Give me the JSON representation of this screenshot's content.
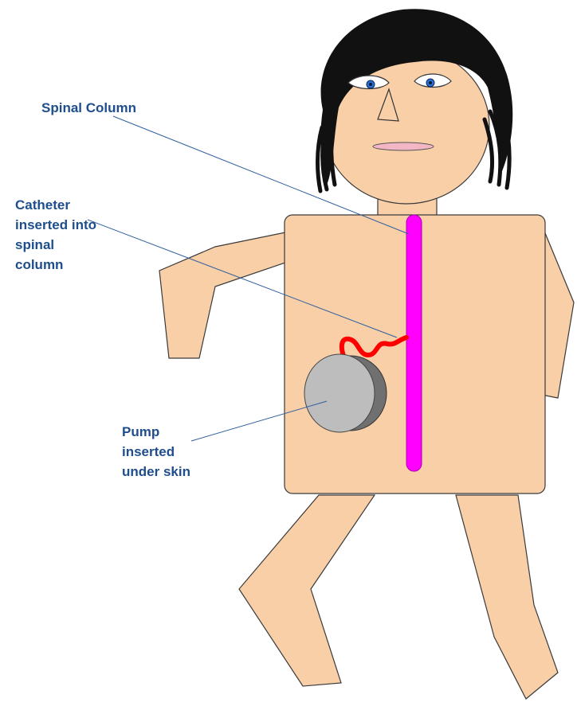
{
  "labels": {
    "spinal_column": [
      "Spinal Column"
    ],
    "catheter": [
      "Catheter",
      "inserted into",
      "spinal",
      "column"
    ],
    "pump": [
      "Pump",
      "inserted",
      "under skin"
    ]
  },
  "colors": {
    "label_text": "#1f4e8c",
    "skin": "#f9cfa8",
    "spinal_column": "#ff00ff",
    "catheter": "#ff0000",
    "pump_face": "#bdbdbd",
    "pump_side": "#707070",
    "hair": "#111111",
    "lips": "#f3b6c4",
    "iris": "#2a6fd6"
  }
}
